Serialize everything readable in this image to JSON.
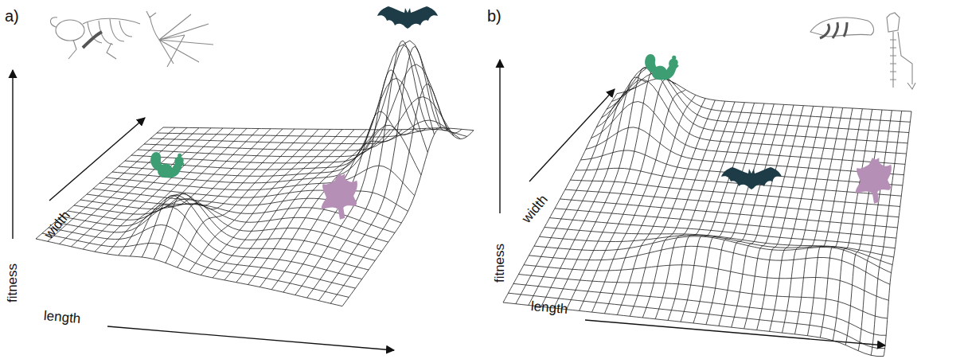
{
  "diagram": {
    "labels": [
      "a)",
      "fitness",
      "width",
      "length",
      "b)",
      "fitness",
      "width",
      "length"
    ]
  }
}
